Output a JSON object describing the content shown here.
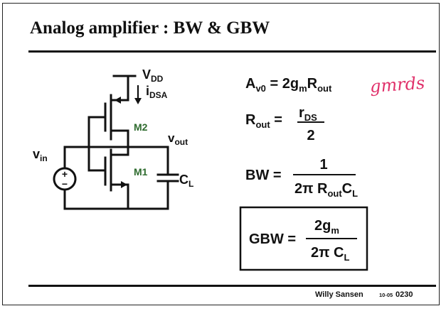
{
  "slide": {
    "title": "Analog amplifier : BW & GBW",
    "author": "Willy Sansen",
    "date_code": "10-05",
    "slide_number": "0230"
  },
  "circuit": {
    "supply": {
      "main": "V",
      "sub": "DD"
    },
    "current": {
      "main": "i",
      "sub": "DSA"
    },
    "output": {
      "main": "v",
      "sub": "out"
    },
    "input": {
      "main": "v",
      "sub": "in"
    },
    "transistor_top": "M2",
    "transistor_bottom": "M1",
    "capacitor": {
      "main": "C",
      "sub": "L"
    },
    "source_plus": "+",
    "source_minus": "−",
    "transistor_label_color": "#2e6b2e"
  },
  "equations": {
    "gain": {
      "a": "A",
      "a_sub": "v0",
      "mid": " = 2g",
      "g_sub": "m",
      "r": "R",
      "r_sub": "out"
    },
    "rout": {
      "lhs": "R",
      "lhs_sub": "out",
      "eq": " =",
      "num": "r",
      "num_sub": "DS",
      "den": "2"
    },
    "bw": {
      "lhs": "BW =",
      "num": "1",
      "den_a": "2π R",
      "den_sub1": "out",
      "den_c": "C",
      "den_sub2": "L"
    },
    "gbw": {
      "lhs": "GBW =",
      "num": "2g",
      "num_sub": "m",
      "den_a": "2π C",
      "den_sub": "L"
    }
  },
  "annotation": {
    "text": "gmrds",
    "color": "#e0306a"
  }
}
